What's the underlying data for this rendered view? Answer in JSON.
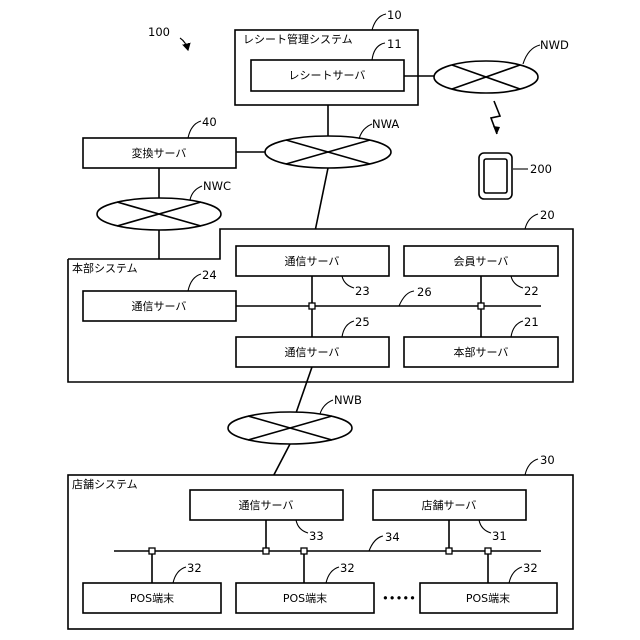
{
  "figure_ref": "100",
  "receipt_system": {
    "title": "レシート管理システム",
    "ref": "10"
  },
  "receipt_server": {
    "label": "レシートサーバ",
    "ref": "11"
  },
  "conversion_server": {
    "label": "変換サーバ",
    "ref": "40"
  },
  "networks": {
    "nwa": "NWA",
    "nwb": "NWB",
    "nwc": "NWC",
    "nwd": "NWD"
  },
  "smartphone": {
    "ref": "200"
  },
  "head_office_system": {
    "title": "本部システム",
    "ref": "20"
  },
  "comm_server_23": {
    "label": "通信サーバ",
    "ref": "23"
  },
  "member_server": {
    "label": "会員サーバ",
    "ref": "22"
  },
  "comm_server_24": {
    "label": "通信サーバ",
    "ref": "24"
  },
  "head_network": {
    "ref": "26"
  },
  "comm_server_25": {
    "label": "通信サーバ",
    "ref": "25"
  },
  "head_server": {
    "label": "本部サーバ",
    "ref": "21"
  },
  "store_system": {
    "title": "店舗システム",
    "ref": "30"
  },
  "store_comm_server": {
    "label": "通信サーバ",
    "ref": "33"
  },
  "store_server": {
    "label": "店舗サーバ",
    "ref": "31"
  },
  "store_network": {
    "ref": "34"
  },
  "pos_terminals": [
    {
      "label": "POS端末",
      "ref": "32"
    },
    {
      "label": "POS端末",
      "ref": "32"
    },
    {
      "label": "POS端末",
      "ref": "32"
    }
  ],
  "ellipsis": "•••••"
}
